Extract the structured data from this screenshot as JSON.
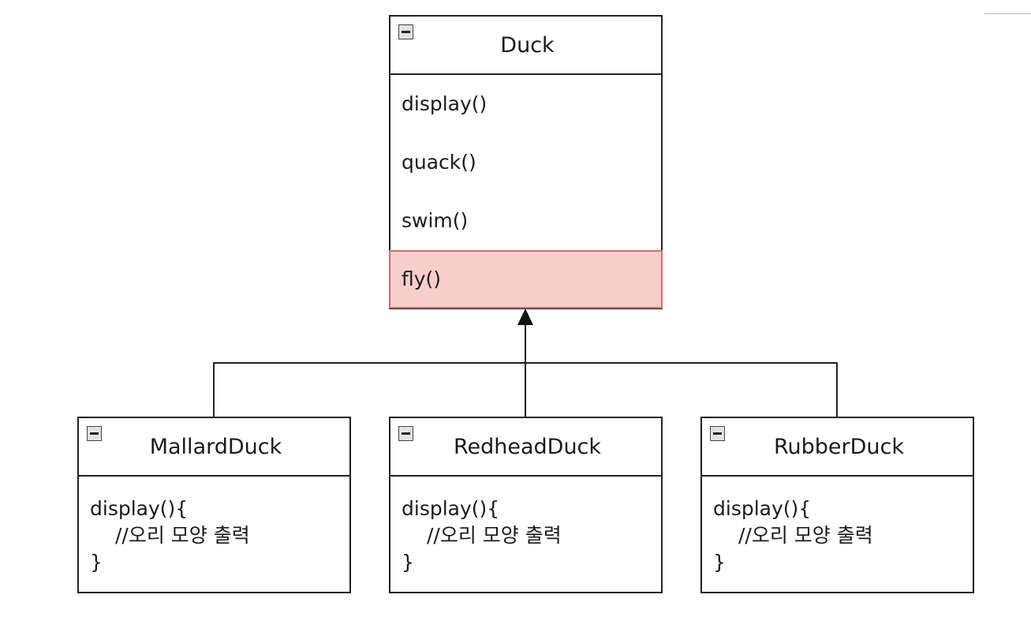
{
  "diagram": {
    "parent": {
      "name": "Duck",
      "methods": [
        "display()",
        "quack()",
        "swim()"
      ],
      "highlighted_method": "fly()",
      "highlight_color": "#f8cecc",
      "highlight_border": "#d66a6a"
    },
    "children": [
      {
        "name": "MallardDuck",
        "body": [
          "display(){",
          "//오리 모양 출력",
          "}"
        ]
      },
      {
        "name": "RedheadDuck",
        "body": [
          "display(){",
          "//오리 모양 출력",
          "}"
        ]
      },
      {
        "name": "RubberDuck",
        "body": [
          "display(){",
          "//오리 모양 출력",
          "}"
        ]
      }
    ],
    "relationship": "inheritance",
    "icons": {
      "collapse": "minus-box-icon"
    }
  }
}
